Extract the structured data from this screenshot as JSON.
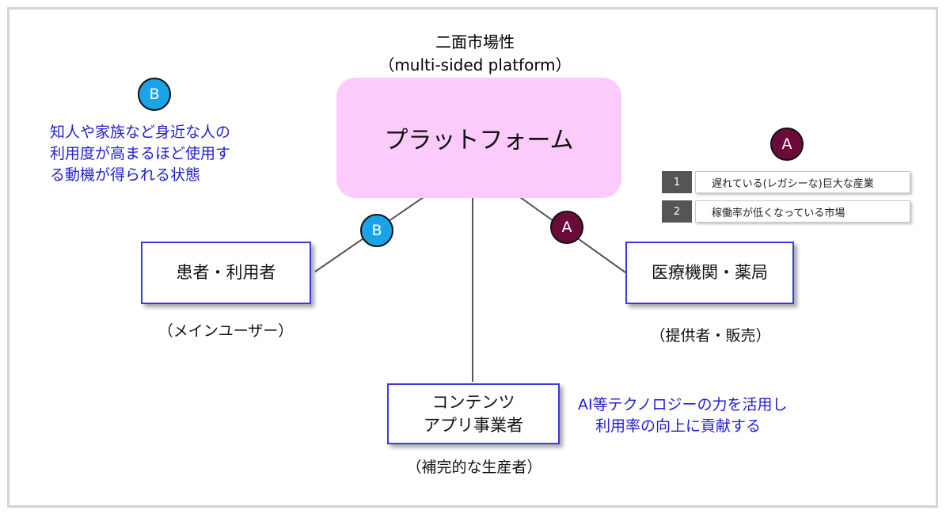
{
  "diagram": {
    "header": {
      "title": "二面市場性",
      "subtitle": "（multi-sided platform）"
    },
    "platform_label": "プラットフォーム",
    "nodes": {
      "patients": {
        "label": "患者・利用者",
        "caption": "（メインユーザー）"
      },
      "medical": {
        "label": "医療機関・薬局",
        "caption": "（提供者・販売）"
      },
      "content": {
        "line1": "コンテンツ",
        "line2": "アプリ事業者",
        "caption": "（補完的な生産者）"
      }
    },
    "badges": {
      "b": "B",
      "a": "A"
    },
    "left_note": {
      "line1": "知人や家族など身近な人の",
      "line2": "利用度が高まるほど使用す",
      "line3": "る動機が得られる状態"
    },
    "bottom_note": {
      "line1": "AI等テクノロジーの力を活用し",
      "line2": "利用率の向上に貢献する"
    },
    "a_list": [
      {
        "num": "1",
        "label": "遅れている(レガシーな)巨大な産業"
      },
      {
        "num": "2",
        "label": "稼働率が低くなっている市場"
      }
    ],
    "colors": {
      "platform_fill": "#facbfb",
      "node_border": "#3a3adf",
      "note_text": "#2020d0",
      "badge_b": "#1aa3e8",
      "badge_a": "#6b0b3a"
    }
  }
}
